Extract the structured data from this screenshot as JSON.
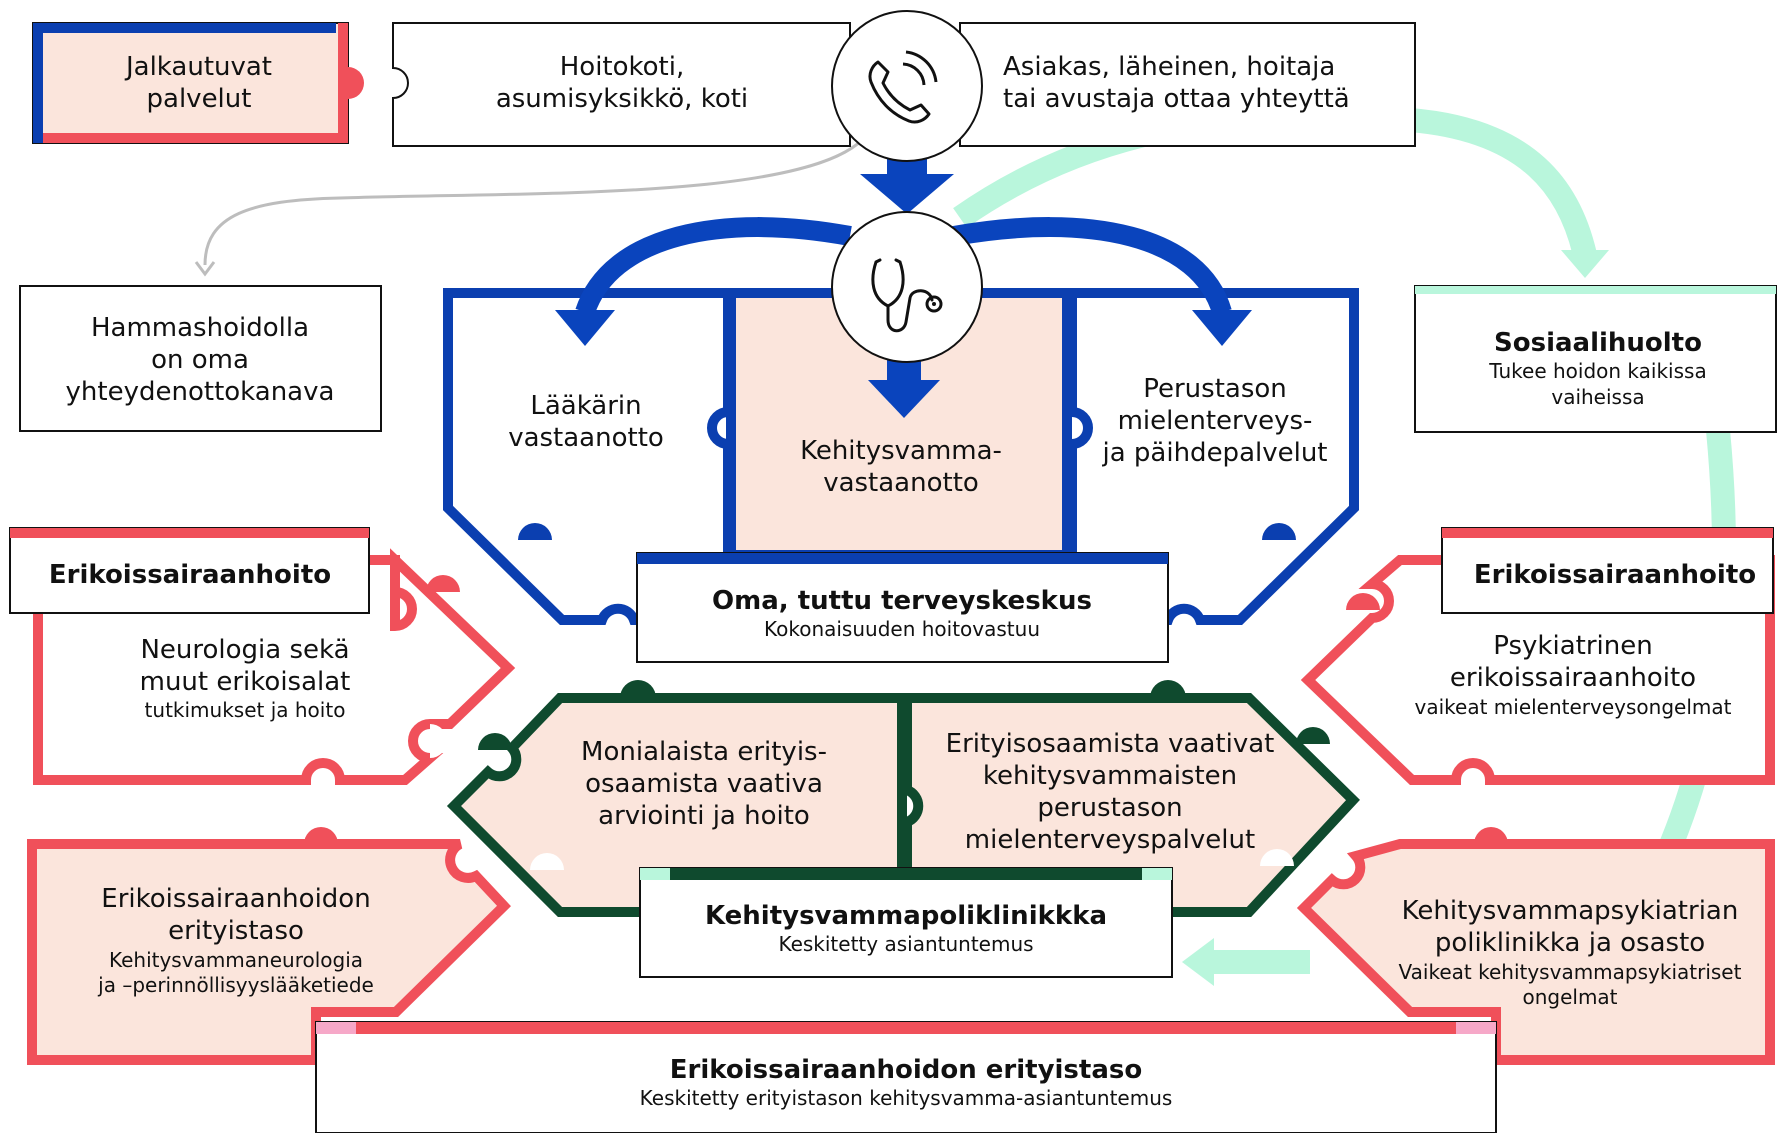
{
  "colors": {
    "blue": "#0b3fb0",
    "blue_arrow": "#0a44bd",
    "red": "#f0505a",
    "peach": "#fbe5dc",
    "green": "#0f4a2e",
    "mint": "#b9f6dc",
    "pink": "#f6a8c8",
    "grey": "#bdbdbd"
  },
  "icons": {
    "phone": "phone-icon",
    "stethoscope": "stethoscope-icon"
  },
  "top": {
    "jalkautuvat": [
      "Jalkautuvat",
      "palvelut"
    ],
    "hoitokoti": [
      "Hoitokoti,",
      "asumisyksikkö, koti"
    ],
    "contact": [
      "Asiakas, läheinen, hoitaja",
      "tai avustaja ottaa yhteyttä"
    ]
  },
  "dental": [
    "Hammashoidolla",
    "on oma",
    "yhteydenottokanava"
  ],
  "social": {
    "title": "Sosiaalihuolto",
    "sub": [
      "Tukee hoidon kaikissa",
      "vaiheissa"
    ]
  },
  "health_centre": {
    "left": [
      "Lääkärin",
      "vastaanotto"
    ],
    "middle": [
      "Kehitysvamma-",
      "vastaanotto"
    ],
    "right": [
      "Perustason",
      "mielenterveys-",
      "ja päihdepalvelut"
    ],
    "title": "Oma, tuttu terveyskeskus",
    "sub": "Kokonaisuuden hoitovastuu"
  },
  "left_special": {
    "title": "Erikoissairaanhoito",
    "main": [
      "Neurologia sekä",
      "muut erikoisalat"
    ],
    "sub": "tutkimukset ja hoito"
  },
  "right_special": {
    "title": "Erikoissairaanhoito",
    "main": [
      "Psykiatrinen",
      "erikoissairaanhoito"
    ],
    "sub": "vaikeat mielenterveysongelmat"
  },
  "polyclinic": {
    "left": [
      "Monialaista erityis-",
      "osaamista vaativa",
      "arviointi ja hoito"
    ],
    "right": [
      "Erityisosaamista vaativat",
      "kehitysvammaisten",
      "perustason",
      "mielenterveyspalvelut"
    ],
    "title": "Kehitysvammapoliklinikkka",
    "sub": "Keskitetty asiantuntemus"
  },
  "left_bottom": {
    "main": [
      "Erikoissairaanhoidon",
      "erityistaso"
    ],
    "sub": [
      "Kehitysvammaneurologia",
      "ja –perinnöllisyyslääketiede"
    ]
  },
  "right_bottom": {
    "main": [
      "Kehitysvammapsykiatrian",
      "poliklinikka ja osasto"
    ],
    "sub": [
      "Vaikeat kehitysvammapsykiatriset",
      "ongelmat"
    ]
  },
  "bottom": {
    "title": "Erikoissairaanhoidon erityistaso",
    "sub": "Keskitetty erityistason kehitysvamma-asiantuntemus"
  }
}
